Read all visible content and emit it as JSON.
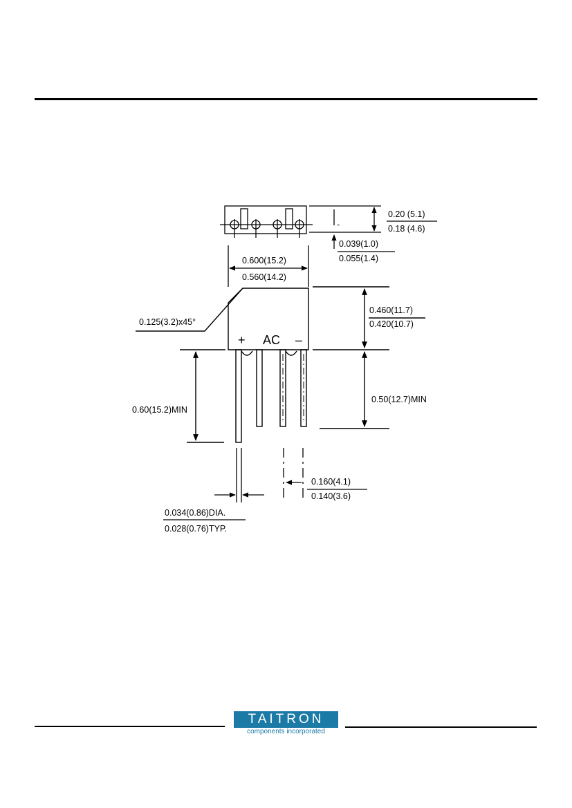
{
  "dimensions": {
    "height_top": "0.20 (5.1)",
    "height_bottom": "0.18 (4.6)",
    "pin_offset_top": "0.039(1.0)",
    "pin_offset_bottom": "0.055(1.4)",
    "width_top": "0.600(15.2)",
    "width_bottom": "0.560(14.2)",
    "chamfer": "0.125(3.2)x45°",
    "body_height_top": "0.460(11.7)",
    "body_height_bottom": "0.420(10.7)",
    "lead_length_left": "0.60(15.2)MIN",
    "lead_length_right": "0.50(12.7)MIN",
    "pitch_top": "0.160(4.1)",
    "pitch_bottom": "0.140(3.6)",
    "lead_dia_top": "0.034(0.86)DIA.",
    "lead_dia_bottom": "0.028(0.76)TYP."
  },
  "pin_labels": {
    "plus": "+",
    "ac": "AC",
    "minus": "–"
  },
  "side_mark": "-",
  "logo": {
    "name": "TAITRON",
    "tagline": "components incorporated",
    "color": "#1c7aa6"
  }
}
